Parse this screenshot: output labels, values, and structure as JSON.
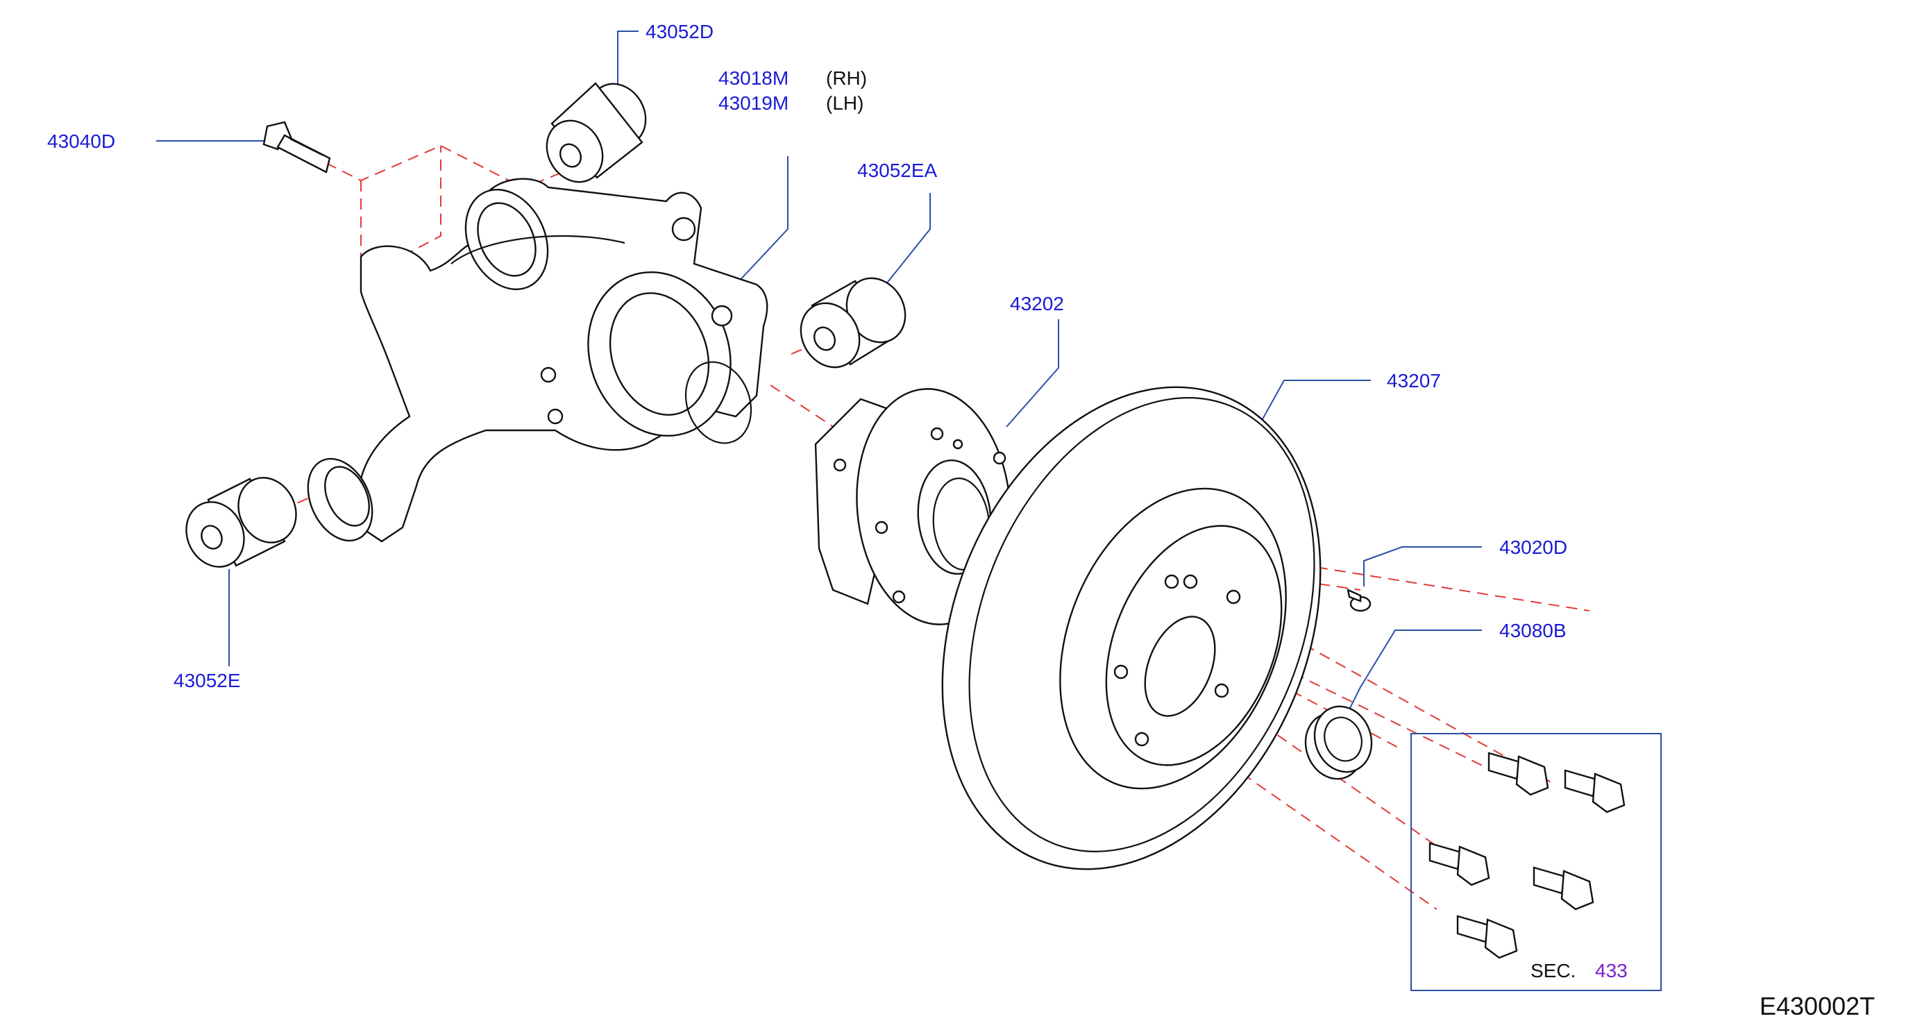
{
  "labels": {
    "p43052D": "43052D",
    "p43040D": "43040D",
    "p43018M": "43018M",
    "rh": "(RH)",
    "p43019M": "43019M",
    "lh": "(LH)",
    "p43052EA": "43052EA",
    "p43202": "43202",
    "p43207": "43207",
    "p43020D": "43020D",
    "p43080B": "43080B",
    "p43052E": "43052E",
    "sec_label": "SEC.",
    "sec_number": "433"
  },
  "diagram_code": "E430002T",
  "colors": {
    "callout_text": "#1a1ad6",
    "leader_line": "#2a4fa8",
    "dashed_axis": "#e23a3a",
    "section_ref": "#7a1fd1",
    "outline": "#111111"
  }
}
